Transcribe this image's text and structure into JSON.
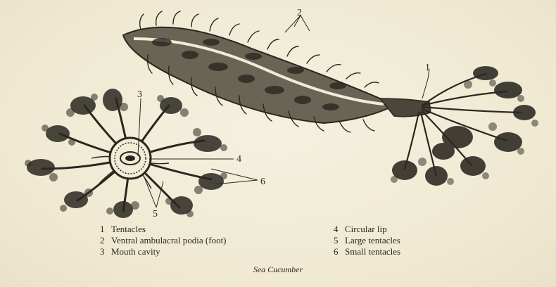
{
  "title": "Sea Cucumber",
  "callouts": {
    "n1": "1",
    "n2": "2",
    "n3": "3",
    "n4": "4",
    "n5": "5",
    "n6": "6"
  },
  "legend": {
    "left": [
      {
        "num": "1",
        "text": "Tentacles"
      },
      {
        "num": "2",
        "text": "Ventral ambulacral podia (foot)"
      },
      {
        "num": "3",
        "text": "Mouth cavity"
      }
    ],
    "right": [
      {
        "num": "4",
        "text": "Circular lip"
      },
      {
        "num": "5",
        "text": "Large tentacles"
      },
      {
        "num": "6",
        "text": "Small tentacles"
      }
    ]
  },
  "colors": {
    "paper": "#f1ecd6",
    "ink": "#2a2720"
  }
}
